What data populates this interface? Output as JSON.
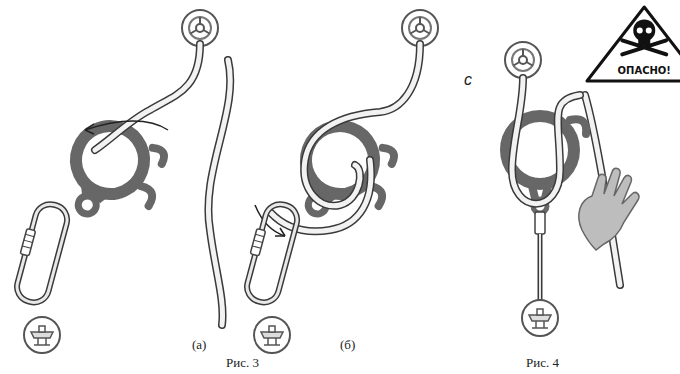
{
  "diagram": {
    "nodes": [
      {
        "text": [
          "ОПАСНО!"
        ]
      }
    ],
    "labels": [
      "(а)",
      "(б)",
      "Рис. 3",
      "c",
      "Рис. 4"
    ]
  }
}
